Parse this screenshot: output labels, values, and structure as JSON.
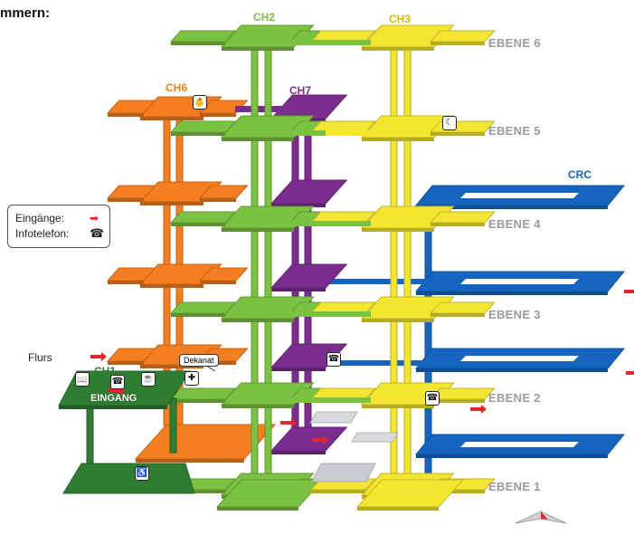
{
  "heading": "mmern:",
  "buildings": {
    "ch1": {
      "label": "CH1",
      "color": "#2e7d32"
    },
    "ch2": {
      "label": "CH2",
      "color": "#7cc242"
    },
    "ch3": {
      "label": "CH3",
      "color": "#f4e531"
    },
    "ch6": {
      "label": "CH6",
      "color": "#f47e20"
    },
    "ch7": {
      "label": "CH7",
      "color": "#7b2d8e"
    },
    "crc": {
      "label": "CRC",
      "color": "#1565c0"
    }
  },
  "levels": [
    "EBENE 6",
    "EBENE 5",
    "EBENE 4",
    "EBENE 3",
    "EBENE 2",
    "EBENE 1"
  ],
  "legend": {
    "entrances_label": "Eingänge:",
    "phone_label": "Infotelefon:"
  },
  "labels": {
    "dekanat": "Dekanat",
    "eingang": "EINGANG",
    "flurs": "Flurs"
  },
  "icons": {
    "phone": "☎",
    "moon": "☾",
    "book": "📖",
    "cup": "☕",
    "accessible": "♿",
    "person": "✚",
    "baby": "👶",
    "arrow": "➡"
  }
}
